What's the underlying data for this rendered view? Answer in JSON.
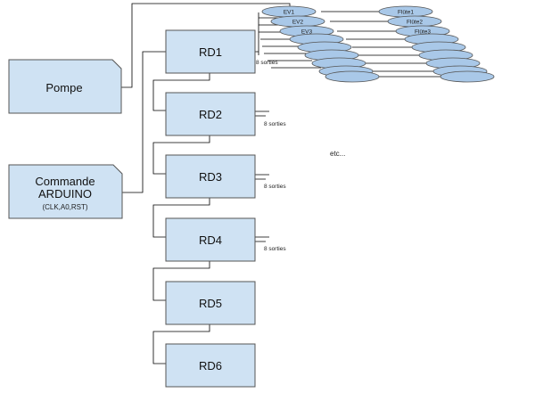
{
  "pompe": {
    "label": "Pompe"
  },
  "commande": {
    "line1": "Commande",
    "line2": "ARDUINO",
    "line3": "(CLK,A0,RST)"
  },
  "relays": [
    {
      "label": "RD1",
      "outputs": "8 sorties"
    },
    {
      "label": "RD2",
      "outputs": "8 sorties"
    },
    {
      "label": "RD3",
      "outputs": "8 sorties"
    },
    {
      "label": "RD4",
      "outputs": "8 sorties"
    },
    {
      "label": "RD5"
    },
    {
      "label": "RD6"
    }
  ],
  "valves": [
    "EV1",
    "EV2",
    "EV3"
  ],
  "flutes": [
    "Flûte1",
    "Flûte2",
    "Flûte3"
  ],
  "etc": "etc..."
}
